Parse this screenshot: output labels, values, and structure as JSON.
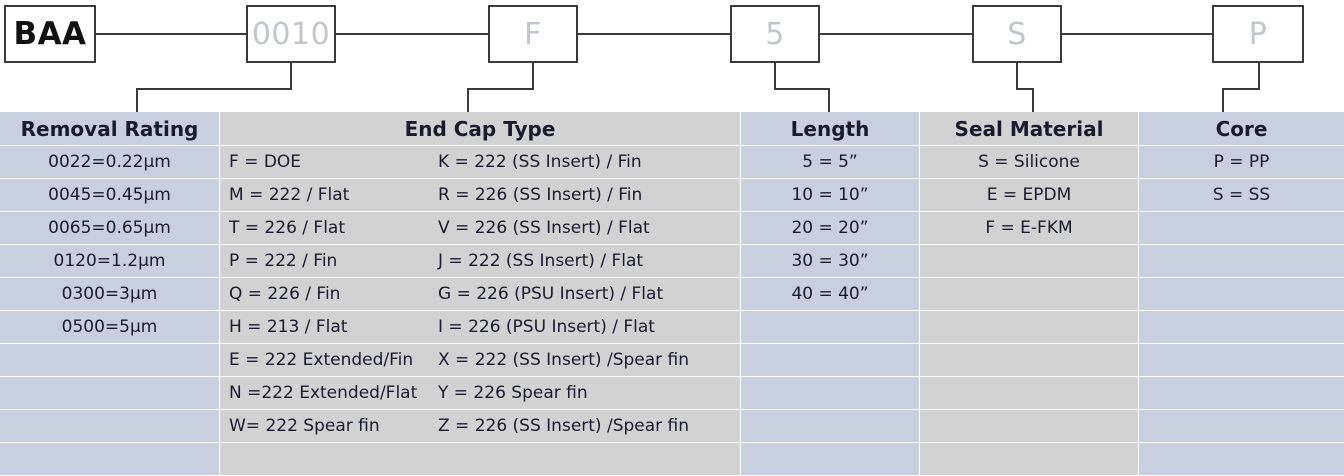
{
  "part_number_boxes": [
    {
      "code": "BAA",
      "style": "primary",
      "name": "series-code-box"
    },
    {
      "code": "0010",
      "style": "ghost",
      "name": "removal-rating-code-box"
    },
    {
      "code": "F",
      "style": "ghost",
      "name": "end-cap-type-code-box"
    },
    {
      "code": "5",
      "style": "ghost",
      "name": "length-code-box"
    },
    {
      "code": "S",
      "style": "ghost",
      "name": "seal-material-code-box"
    },
    {
      "code": "P",
      "style": "ghost",
      "name": "core-code-box"
    }
  ],
  "columns": {
    "removal_rating": {
      "header": "Removal Rating",
      "items": [
        "0022=0.22µm",
        "0045=0.45µm",
        "0065=0.65µm",
        "0120=1.2µm",
        "0300=3µm",
        "0500=5µm"
      ]
    },
    "end_cap_type": {
      "header": "End Cap Type",
      "rows": [
        {
          "left": "F = DOE",
          "right": "K = 222 (SS Insert) / Fin"
        },
        {
          "left": "M = 222 / Flat",
          "right": "R = 226 (SS Insert) / Fin"
        },
        {
          "left": "T = 226 / Flat",
          "right": "V = 226 (SS Insert) / Flat"
        },
        {
          "left": "P = 222 / Fin",
          "right": "J  = 222 (SS Insert) / Flat"
        },
        {
          "left": "Q = 226 / Fin",
          "right": "G = 226 (PSU Insert) / Flat"
        },
        {
          "left": "H = 213 / Flat",
          "right": "I = 226 (PSU Insert) / Flat"
        },
        {
          "left": "E = 222 Extended/Fin",
          "right": "X  = 222 (SS Insert) /Spear fin"
        },
        {
          "left": "N =222 Extended/Flat",
          "right": "Y = 226 Spear fin"
        },
        {
          "left": "W= 222 Spear fin",
          "right": "Z = 226 (SS Insert) /Spear fin"
        }
      ]
    },
    "length": {
      "header": "Length",
      "items": [
        "5 = 5”",
        "10 = 10”",
        "20 = 20”",
        "30 = 30”",
        "40 = 40”"
      ]
    },
    "seal_material": {
      "header": "Seal Material",
      "items": [
        "S = Silicone",
        "E = EPDM",
        "F = E-FKM"
      ]
    },
    "core": {
      "header": "Core",
      "items": [
        "P = PP",
        "S = SS"
      ]
    }
  },
  "colors": {
    "tone_a": "#c8d0e0",
    "tone_b": "#d2d2d2",
    "box_border": "#3a3a3a",
    "ghost_text": "#c2c6cc",
    "text": "#1a1a2e"
  }
}
